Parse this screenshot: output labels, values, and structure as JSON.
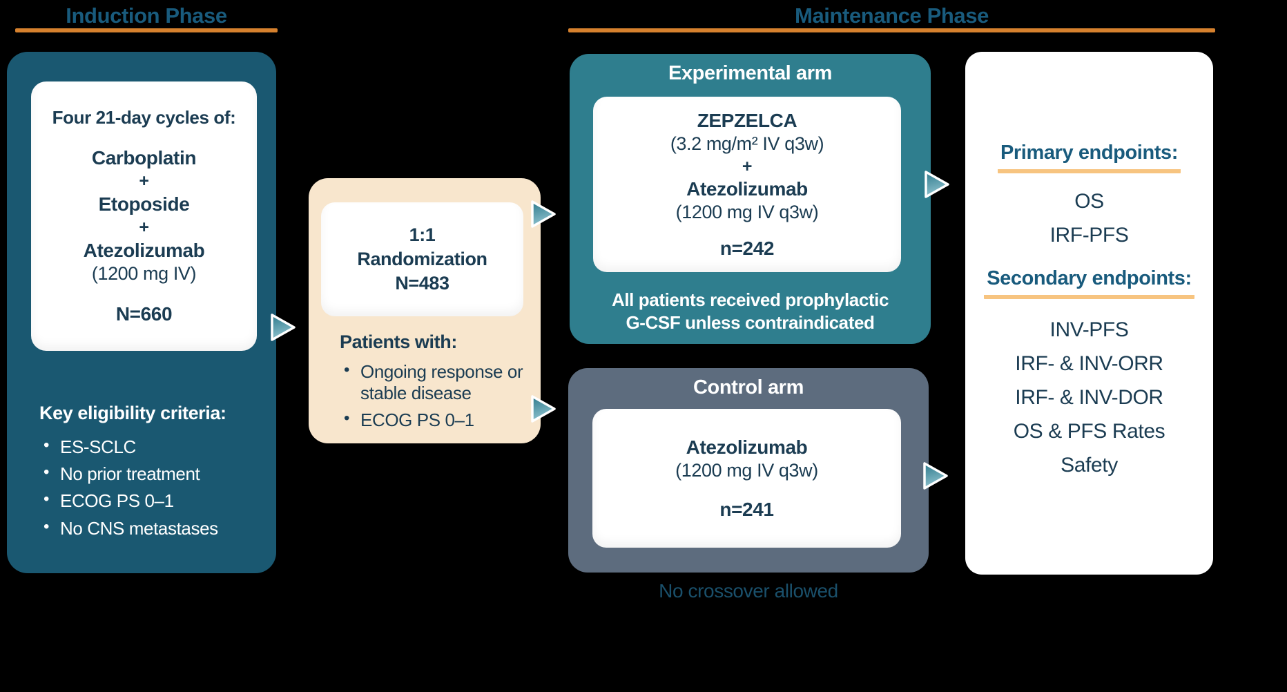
{
  "phases": {
    "induction_title": "Induction Phase",
    "maintenance_title": "Maintenance Phase"
  },
  "induction_box": {
    "treatment": {
      "heading": "Four 21-day cycles of:",
      "drug1": "Carboplatin",
      "plus1": "+",
      "drug2": "Etoposide",
      "plus2": "+",
      "drug3": "Atezolizumab",
      "drug3_dose": "(1200 mg IV)",
      "n": "N=660"
    },
    "eligibility": {
      "heading": "Key eligibility criteria:",
      "items": [
        "ES-SCLC",
        "No prior treatment",
        "ECOG PS 0–1",
        "No CNS metastases"
      ]
    }
  },
  "randomization_box": {
    "line1": "1:1",
    "line2": "Randomization",
    "line3": "N=483",
    "patients_heading": "Patients with:",
    "items": [
      "Ongoing response or stable disease",
      "ECOG PS 0–1"
    ]
  },
  "experimental_arm": {
    "header": "Experimental arm",
    "drug1": "ZEPZELCA",
    "drug1_dose": "(3.2 mg/m² IV q3w)",
    "plus": "+",
    "drug2": "Atezolizumab",
    "drug2_dose": "(1200 mg IV q3w)",
    "n": "n=242",
    "note_line1": "All patients received prophylactic",
    "note_line2": "G-CSF unless contraindicated"
  },
  "control_arm": {
    "header": "Control arm",
    "drug": "Atezolizumab",
    "drug_dose": "(1200 mg IV q3w)",
    "n": "n=241",
    "note": "No crossover allowed"
  },
  "endpoints_box": {
    "primary_heading": "Primary endpoints:",
    "primary_items": [
      "OS",
      "IRF-PFS"
    ],
    "secondary_heading": "Secondary endpoints:",
    "secondary_items": [
      "INV-PFS",
      "IRF- & INV-ORR",
      "IRF- & INV-DOR",
      "OS & PFS Rates",
      "Safety"
    ]
  },
  "colors": {
    "background": "#000000",
    "induction_box": "#1A5871",
    "experimental_box": "#2F7E8E",
    "control_box": "#5D6C7E",
    "randomization_box": "#F8E6CD",
    "phase_title_text": "#195B7D",
    "dark_text": "#1B3C52",
    "orange_rule": "#D6812E",
    "endpoint_underline": "#F7C480",
    "arrow_top": "#2E7A8C",
    "arrow_bottom": "#8FC2CE"
  }
}
